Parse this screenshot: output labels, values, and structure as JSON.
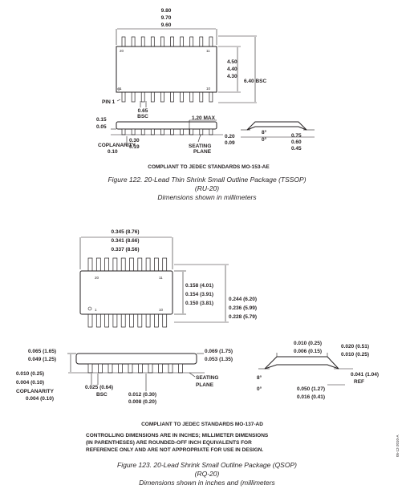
{
  "tssop": {
    "top": {
      "length_dims": [
        "9.80",
        "9.70",
        "9.60"
      ],
      "pin_labels": {
        "p20": "20",
        "p11": "11",
        "p1": "1",
        "p10": "10"
      },
      "width_dims": [
        "4.50",
        "4.40",
        "4.30"
      ],
      "overall_width": "6.40 BSC",
      "pin1_label": "PIN 1",
      "pitch": [
        "0.65",
        "BSC"
      ]
    },
    "side": {
      "standoff_dims": [
        "0.15",
        "0.05"
      ],
      "max_height": "1.20 MAX",
      "lead_width_dims": [
        "0.30",
        "0.19"
      ],
      "coplanarity_label": "COPLANARITY",
      "coplanarity_value": "0.10",
      "seating_plane": [
        "SEATING",
        "PLANE"
      ],
      "lead_thickness": [
        "0.20",
        "0.09"
      ],
      "angle": [
        "8°",
        "0°"
      ],
      "foot_length": [
        "0.75",
        "0.60",
        "0.45"
      ]
    },
    "compliance": "COMPLIANT TO JEDEC STANDARDS MO-153-AE",
    "caption": [
      "Figure 122. 20-Lead Thin Shrink Small Outline Package (TSSOP)",
      "(RU-20)",
      "Dimensions shown in millimeters"
    ]
  },
  "qsop": {
    "top": {
      "length_dims": [
        "0.345 (8.76)",
        "0.341 (8.66)",
        "0.337 (8.56)"
      ],
      "pin_labels": {
        "p20": "20",
        "p11": "11",
        "p1": "1",
        "p10": "10"
      },
      "width_dims": [
        "0.158 (4.01)",
        "0.154 (3.91)",
        "0.150 (3.81)"
      ],
      "overall_width": [
        "0.244 (6.20)",
        "0.236 (5.99)",
        "0.228 (5.79)"
      ]
    },
    "side": {
      "standoff_dims": [
        "0.065 (1.65)",
        "0.049 (1.25)"
      ],
      "body_height": [
        "0.069 (1.75)",
        "0.053 (1.35)"
      ],
      "min_standoff": [
        "0.010 (0.25)",
        "0.004 (0.10)"
      ],
      "coplanarity_label": "COPLANARITY",
      "coplanarity_value": "0.004 (0.10)",
      "pitch": [
        "0.025 (0.64)",
        "BSC"
      ],
      "lead_width": [
        "0.012 (0.30)",
        "0.008 (0.20)"
      ],
      "seating_plane": [
        "SEATING",
        "PLANE"
      ],
      "end_dims": [
        "0.010 (0.25)",
        "0.006 (0.15)"
      ],
      "lead_thickness": [
        "0.020 (0.51)",
        "0.010 (0.25)"
      ],
      "angle": [
        "8°",
        "0°"
      ],
      "ref_dim": [
        "0.041 (1.04)",
        "REF"
      ],
      "foot_length": [
        "0.050 (1.27)",
        "0.016 (0.41)"
      ]
    },
    "compliance": "COMPLIANT TO JEDEC STANDARDS MO-137-AD",
    "notes": [
      "CONTROLLING DIMENSIONS ARE IN INCHES; MILLIMETER DIMENSIONS",
      "(IN PARENTHESES) ARE ROUNDED-OFF INCH EQUIVALENTS FOR",
      "REFERENCE ONLY AND ARE NOT APPROPRIATE FOR USE IN DESIGN."
    ],
    "caption": [
      "Figure 123. 20-Lead Shrink Small Outline Package (QSOP)",
      "(RQ-20)",
      "Dimensions shown in inches and (millimeters"
    ]
  },
  "side_code": "05-12-2010-A"
}
